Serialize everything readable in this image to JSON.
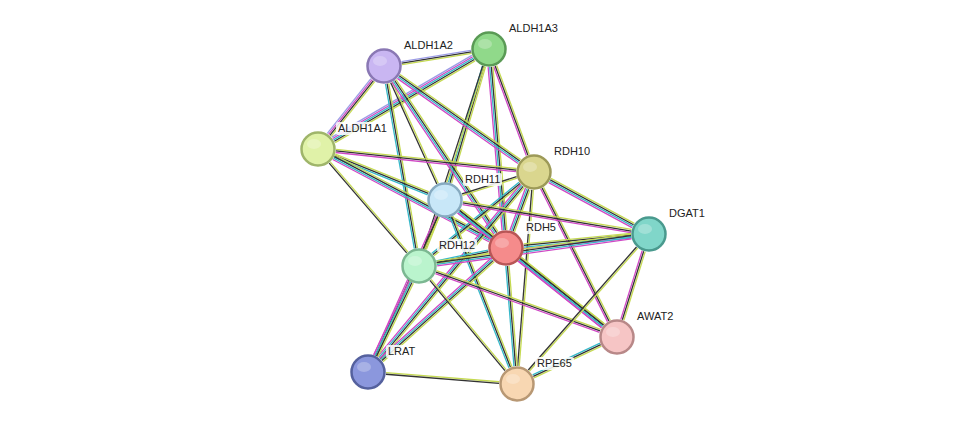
{
  "diagram": {
    "nodes": [
      {
        "text": [
          "ALDH1A3"
        ]
      },
      {
        "text": [
          "ALDH1A2"
        ]
      },
      {
        "text": [
          "ALDH1A1"
        ]
      },
      {
        "text": [
          "RDH10"
        ]
      },
      {
        "text": [
          "RDH11"
        ]
      },
      {
        "text": [
          "DGAT1"
        ]
      },
      {
        "text": [
          "RDH5"
        ]
      },
      {
        "text": [
          "RDH12"
        ]
      },
      {
        "text": [
          "AWAT2"
        ]
      },
      {
        "text": [
          "LRAT"
        ]
      },
      {
        "text": [
          "RPE65"
        ]
      }
    ],
    "edges": [
      {
        "from": 0,
        "to": 1,
        "arrow": "none"
      },
      {
        "from": 0,
        "to": 2,
        "arrow": "none"
      },
      {
        "from": 1,
        "to": 2,
        "arrow": "none"
      },
      {
        "from": 0,
        "to": 3,
        "arrow": "none"
      },
      {
        "from": 0,
        "to": 4,
        "arrow": "none"
      },
      {
        "from": 0,
        "to": 6,
        "arrow": "none"
      },
      {
        "from": 0,
        "to": 7,
        "arrow": "none"
      },
      {
        "from": 1,
        "to": 3,
        "arrow": "none"
      },
      {
        "from": 1,
        "to": 4,
        "arrow": "none"
      },
      {
        "from": 1,
        "to": 6,
        "arrow": "none"
      },
      {
        "from": 1,
        "to": 7,
        "arrow": "none"
      },
      {
        "from": 2,
        "to": 3,
        "arrow": "none"
      },
      {
        "from": 2,
        "to": 4,
        "arrow": "none"
      },
      {
        "from": 2,
        "to": 6,
        "arrow": "none"
      },
      {
        "from": 2,
        "to": 7,
        "arrow": "none"
      },
      {
        "from": 3,
        "to": 4,
        "arrow": "none"
      },
      {
        "from": 3,
        "to": 6,
        "arrow": "none"
      },
      {
        "from": 3,
        "to": 7,
        "arrow": "none"
      },
      {
        "from": 3,
        "to": 5,
        "arrow": "none"
      },
      {
        "from": 3,
        "to": 8,
        "arrow": "none"
      },
      {
        "from": 3,
        "to": 10,
        "arrow": "none"
      },
      {
        "from": 3,
        "to": 9,
        "arrow": "none"
      },
      {
        "from": 4,
        "to": 6,
        "arrow": "none"
      },
      {
        "from": 4,
        "to": 7,
        "arrow": "none"
      },
      {
        "from": 4,
        "to": 5,
        "arrow": "none"
      },
      {
        "from": 4,
        "to": 8,
        "arrow": "none"
      },
      {
        "from": 4,
        "to": 10,
        "arrow": "none"
      },
      {
        "from": 4,
        "to": 9,
        "arrow": "none"
      },
      {
        "from": 6,
        "to": 7,
        "arrow": "none"
      },
      {
        "from": 6,
        "to": 5,
        "arrow": "none"
      },
      {
        "from": 6,
        "to": 8,
        "arrow": "none"
      },
      {
        "from": 6,
        "to": 10,
        "arrow": "none"
      },
      {
        "from": 6,
        "to": 9,
        "arrow": "none"
      },
      {
        "from": 7,
        "to": 5,
        "arrow": "none"
      },
      {
        "from": 7,
        "to": 8,
        "arrow": "none"
      },
      {
        "from": 7,
        "to": 10,
        "arrow": "none"
      },
      {
        "from": 7,
        "to": 9,
        "arrow": "none"
      },
      {
        "from": 5,
        "to": 8,
        "arrow": "none"
      },
      {
        "from": 5,
        "to": 10,
        "arrow": "none"
      },
      {
        "from": 8,
        "to": 10,
        "arrow": "none"
      },
      {
        "from": 9,
        "to": 10,
        "arrow": "none"
      }
    ]
  }
}
